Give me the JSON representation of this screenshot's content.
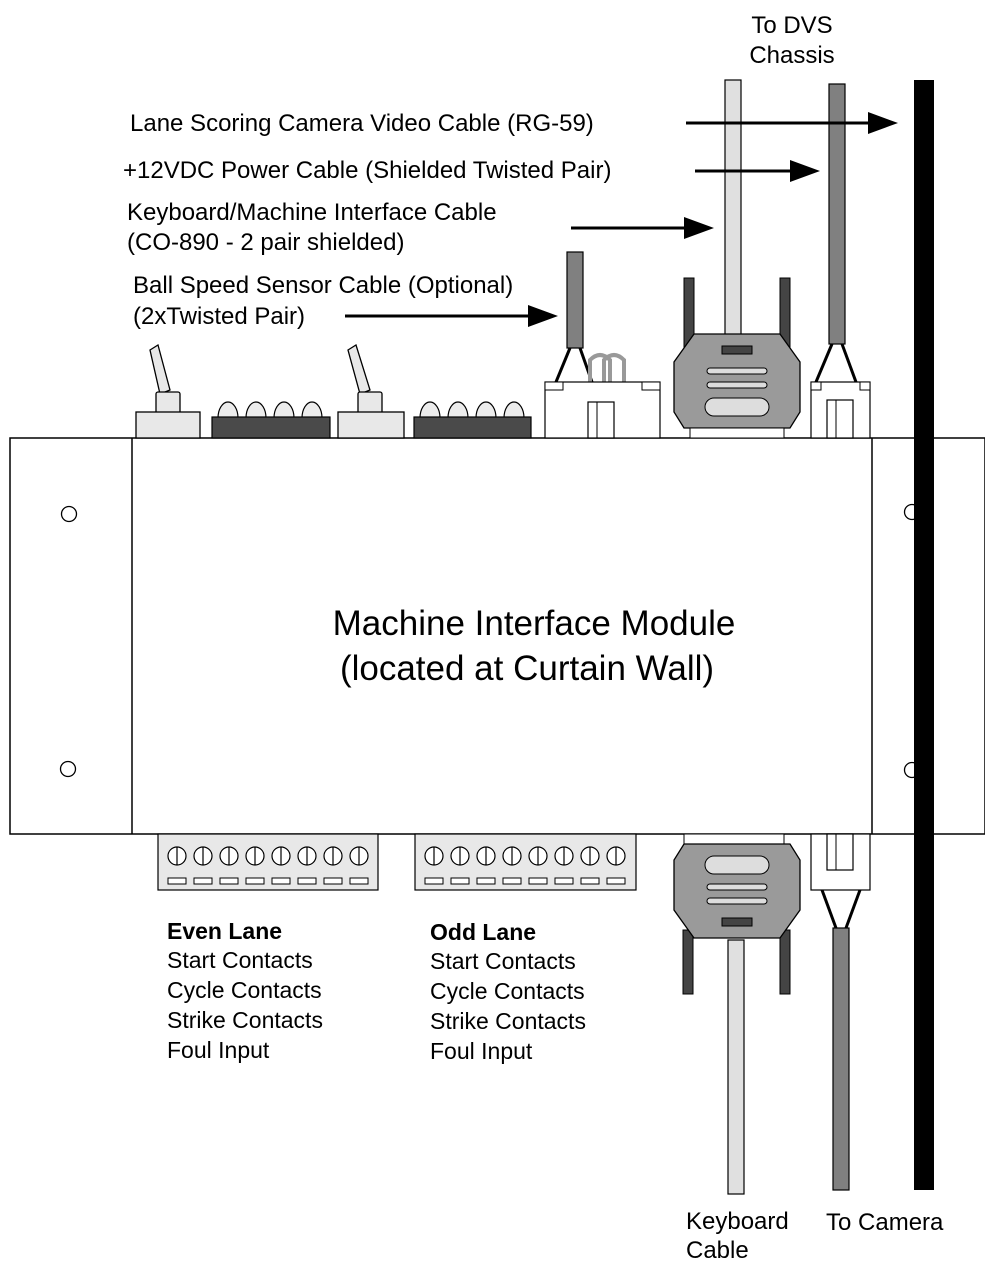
{
  "module": {
    "title_line1": "Machine Interface Module",
    "title_line2": "(located at Curtain Wall)"
  },
  "callouts": {
    "dvs_line1": "To DVS",
    "dvs_line2": "Chassis",
    "video_cable": "Lane Scoring Camera Video Cable  (RG-59)",
    "power_cable": "+12VDC Power  Cable (Shielded Twisted Pair)",
    "keyboard_line1": "Keyboard/Machine Interface Cable",
    "keyboard_line2": "(CO-890 - 2 pair shielded)",
    "ballspeed_line1": "Ball Speed Sensor Cable (Optional)",
    "ballspeed_line2": "(2xTwisted Pair)",
    "keyboard_cable_line1": "Keyboard",
    "keyboard_cable_line2": "Cable",
    "to_camera": "To Camera"
  },
  "even_lane": {
    "heading": "Even Lane",
    "items": [
      "Start Contacts",
      "Cycle Contacts",
      "Strike Contacts",
      "Foul Input"
    ]
  },
  "odd_lane": {
    "heading": "Odd Lane",
    "items": [
      "Start Contacts",
      "Cycle Contacts",
      "Strike Contacts",
      "Foul Input"
    ]
  },
  "colors": {
    "line": "#000000",
    "light_cable": "#e0e0e0",
    "dark_cable": "#808080",
    "connector_gray": "#9a9a9a",
    "led_bar": "#4a4a4a",
    "housing": "#ececec"
  }
}
